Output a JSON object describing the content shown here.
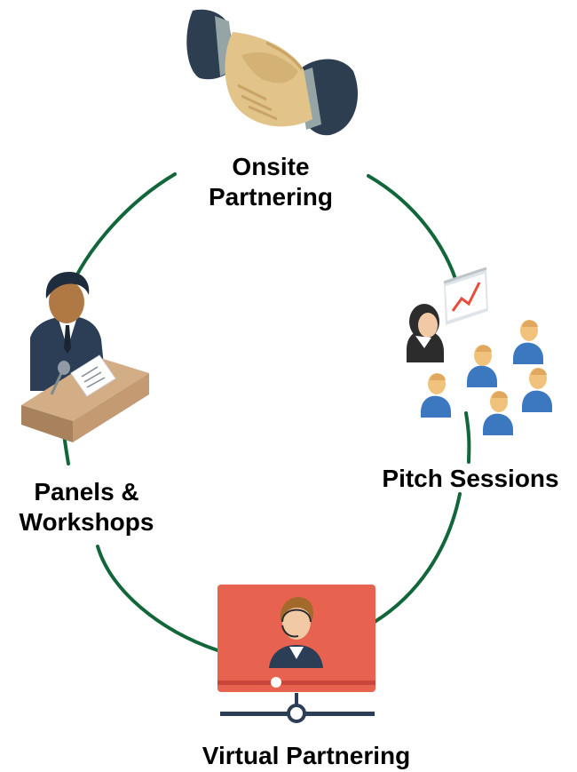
{
  "colors": {
    "ring": "#12673a",
    "suit_dark": "#2b3e55",
    "screen_red": "#e8634f",
    "person_blue": "#3b78c0",
    "skin_tan": "#e8bd86",
    "podium_wood": "#c39a71"
  },
  "nodes": [
    {
      "id": "onsite",
      "icon": "handshake-icon",
      "label_lines": [
        "Onsite",
        "Partnering"
      ]
    },
    {
      "id": "pitch",
      "icon": "presentation-audience-icon",
      "label_lines": [
        "Pitch Sessions"
      ]
    },
    {
      "id": "virtual",
      "icon": "virtual-meeting-screen-icon",
      "label_lines": [
        "Virtual Partnering"
      ]
    },
    {
      "id": "panels",
      "icon": "speaker-podium-icon",
      "label_lines": [
        "Panels &",
        "Workshops"
      ]
    }
  ]
}
